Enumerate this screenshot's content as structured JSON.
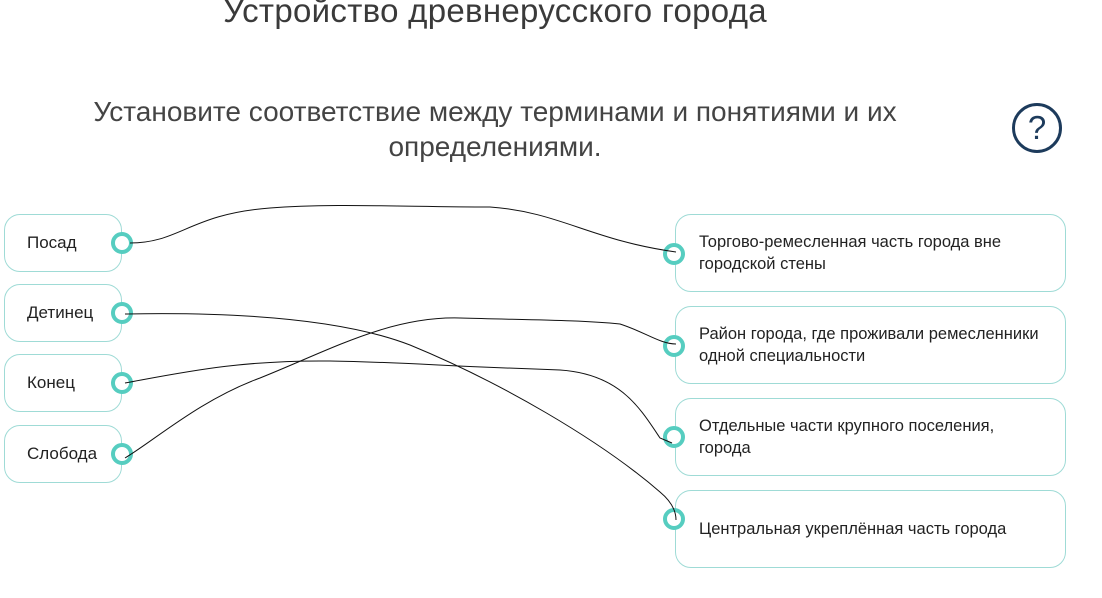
{
  "header": {
    "title": "Устройство древнерусского города",
    "instruction": "Установите соответствие между терминами и понятиями и их определениями.",
    "help_symbol": "?",
    "help_icon": "question-circle-icon"
  },
  "terms": [
    {
      "label": "Посад"
    },
    {
      "label": "Детинец"
    },
    {
      "label": "Конец"
    },
    {
      "label": "Слобода"
    }
  ],
  "definitions": [
    {
      "label": "Торгово-ремесленная часть города вне городской стены"
    },
    {
      "label": "Район города, где проживали ремесленники одной специальности"
    },
    {
      "label": "Отдельные части крупного поселения, города"
    },
    {
      "label": "Центральная укреплённая часть города"
    }
  ],
  "connections": [
    {
      "term": "Посад",
      "definition": "Торгово-ремесленная часть города вне городской стены"
    },
    {
      "term": "Детинец",
      "definition": "Центральная укреплённая часть города"
    },
    {
      "term": "Конец",
      "definition": "Отдельные части крупного поселения, города"
    },
    {
      "term": "Слобода",
      "definition": "Район города, где проживали ремесленники одной специальности"
    }
  ],
  "colors": {
    "accent": "#56cdc0",
    "card_border": "#9fdbd6",
    "help": "#1d3b5c",
    "line": "#111111"
  }
}
